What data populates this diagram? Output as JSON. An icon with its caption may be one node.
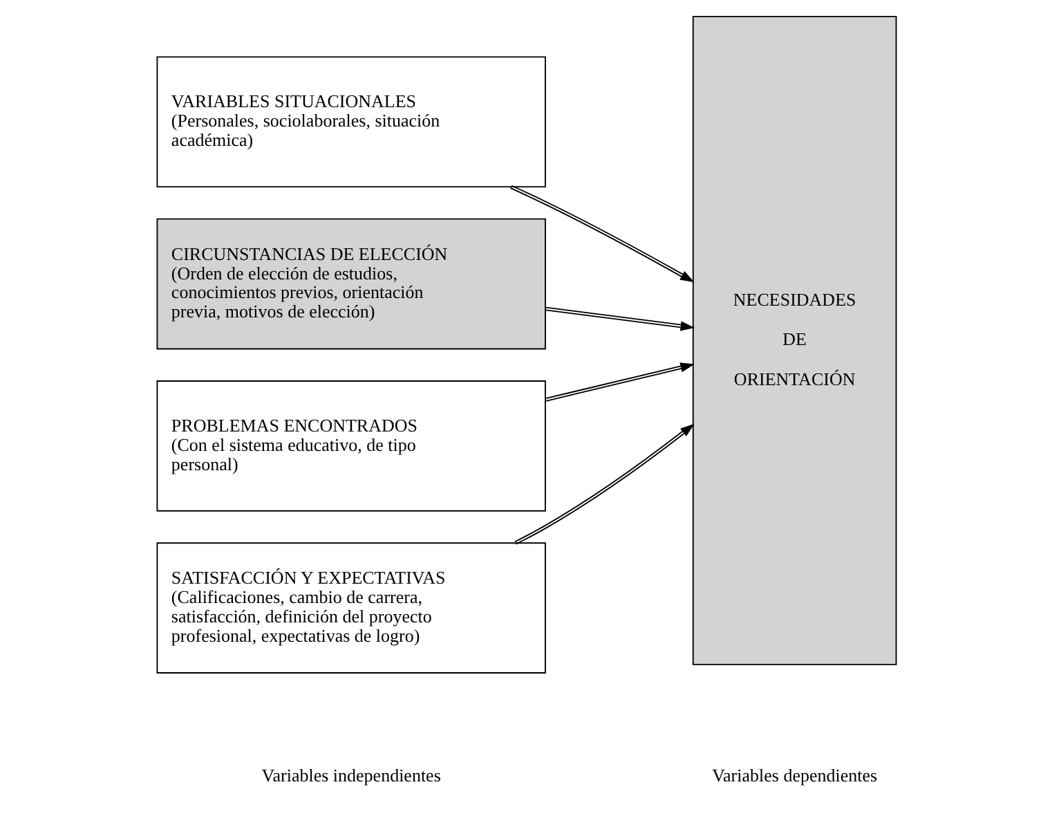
{
  "diagram": {
    "nodes": [
      {
        "text": [
          "VARIABLES SITUACIONALES",
          "(Personales, sociolaborales, situación académica)"
        ]
      },
      {
        "text": [
          "CIRCUNSTANCIAS DE ELECCIÓN",
          "(Orden de elección de estudios, conocimientos previos, orientación previa, motivos de elección)"
        ]
      },
      {
        "text": [
          "PROBLEMAS ENCONTRADOS",
          "(Con el sistema educativo, de tipo personal)"
        ]
      },
      {
        "text": [
          "SATISFACCIÓN Y EXPECTATIVAS",
          "(Calificaciones, cambio de carrera, satisfacción, definición del proyecto profesional, expectativas de logro)"
        ]
      },
      {
        "text": [
          "NECESIDADES DE ORIENTACIÓN"
        ]
      }
    ],
    "edges": [
      {
        "from": 0,
        "to": 4,
        "arrow": "to"
      },
      {
        "from": 1,
        "to": 4,
        "arrow": "to"
      },
      {
        "from": 2,
        "to": 4,
        "arrow": "to"
      },
      {
        "from": 3,
        "to": 4,
        "arrow": "to"
      }
    ],
    "labels": [
      "Variables independientes",
      "Variables dependientes"
    ]
  }
}
